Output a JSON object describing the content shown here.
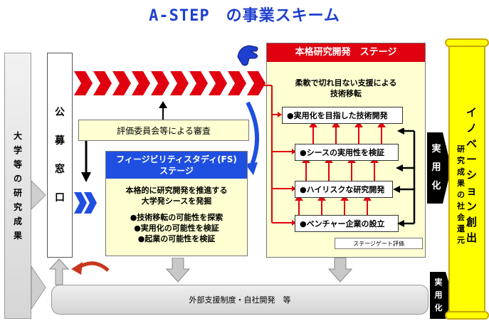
{
  "title": "A-STEP　の事業スキーム",
  "left_column": {
    "chars": [
      "大",
      "学",
      "等",
      "の",
      "研",
      "究",
      "成",
      "果"
    ]
  },
  "koubo": {
    "chars": [
      "公",
      "募",
      "窓",
      "口"
    ]
  },
  "review": {
    "label": "評価委員会等による審査"
  },
  "fs_stage": {
    "header_line1": "フィージビリティスタディ(FS)",
    "header_line2": "ステージ",
    "desc_line1": "本格的に研究開発を推進する",
    "desc_line2": "大学発シースを発掘",
    "bullets": [
      "●技術移転の可能性を探索",
      "●実用化の可能性を検証",
      "●起業の可能性を検証"
    ]
  },
  "main_stage": {
    "header": "本格研究開発　ステージ",
    "desc_line1": "柔軟で切れ目ない支援による",
    "desc_line2": "技術移転",
    "steps": [
      "●実用化を目指した技術開発",
      "●シースの実用性を検証",
      "●ハイリスクな研究開発",
      "●ベンチャー企業の設立"
    ],
    "gate_label": "ステージゲート評価"
  },
  "jitsuyouka_upper": {
    "chars": [
      "実",
      "用",
      "化"
    ]
  },
  "jitsuyouka_lower": {
    "chars": [
      "実",
      "用",
      "化"
    ]
  },
  "bottom_bar": {
    "label": "外部支援制度・自社開発　等"
  },
  "innovation": {
    "main_chars": [
      "イ",
      "ノ",
      "ベ",
      "ー",
      "シ",
      "ョ",
      "ン",
      "創",
      "出"
    ],
    "sub_chars": [
      "研",
      "究",
      "成",
      "果",
      "の",
      "社",
      "会",
      "還",
      "元"
    ]
  },
  "colors": {
    "title": "#1f3fd0",
    "red": "#e00010",
    "blue": "#1f4fe0",
    "cream": "#ffffd2",
    "yellow": "#ffff00"
  }
}
